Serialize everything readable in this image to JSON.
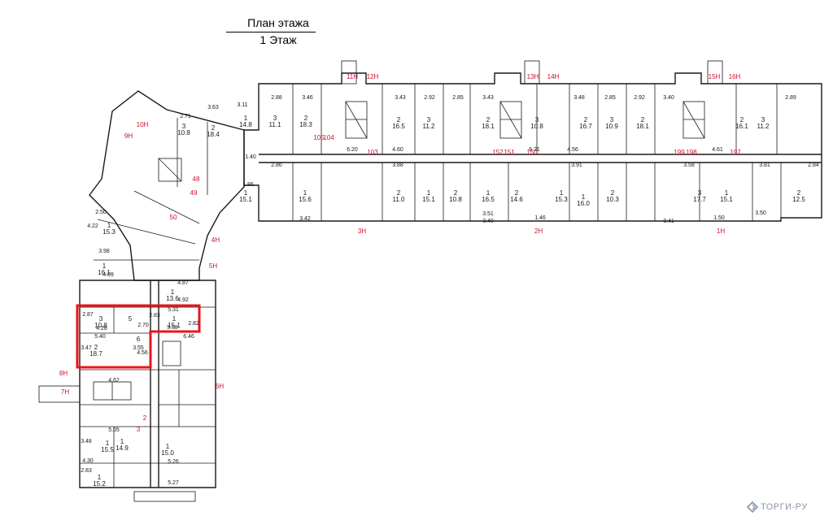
{
  "header": {
    "title": "План этажа",
    "subtitle": "1 Этаж"
  },
  "watermark": "ТОРГИ-РУ",
  "colors": {
    "wall": "#1a1a1a",
    "highlight": "#e8141d",
    "unit_label": "#c8102e",
    "watermark": "#8b96a8"
  },
  "unit_labels": [
    "11Н",
    "12Н",
    "13Н",
    "14Н",
    "15Н",
    "16Н",
    "10Н",
    "9Н",
    "4Н",
    "5Н",
    "6Н",
    "8Н",
    "7Н",
    "3Н",
    "2Н",
    "1Н",
    "105",
    "104",
    "103",
    "152",
    "151",
    "150",
    "199",
    "198",
    "197",
    "48",
    "49",
    "50",
    "2",
    "3"
  ],
  "rooms": [
    {
      "n": "3",
      "a": "10.8"
    },
    {
      "n": "2",
      "a": "18.7"
    },
    {
      "n": "1",
      "a": "15.1"
    },
    {
      "n": "5",
      "a": ""
    },
    {
      "n": "6",
      "a": ""
    },
    {
      "n": "2",
      "a": "18.3"
    },
    {
      "n": "3",
      "a": "11.1"
    },
    {
      "n": "2",
      "a": "16.5"
    },
    {
      "n": "3",
      "a": "11.2"
    },
    {
      "n": "2",
      "a": "18.1"
    },
    {
      "n": "3",
      "a": "10.8"
    },
    {
      "n": "2",
      "a": "16.7"
    },
    {
      "n": "3",
      "a": "10.9"
    },
    {
      "n": "2",
      "a": "18.1"
    },
    {
      "n": "3",
      "a": "11.2"
    },
    {
      "n": "2",
      "a": "16.1"
    },
    {
      "n": "1",
      "a": "15.1"
    },
    {
      "n": "1",
      "a": "15.6"
    },
    {
      "n": "1",
      "a": "16.5"
    },
    {
      "n": "1",
      "a": "15.3"
    },
    {
      "n": "1",
      "a": "16.0"
    },
    {
      "n": "1",
      "a": "15.1"
    },
    {
      "n": "1",
      "a": "13.6"
    },
    {
      "n": "1",
      "a": "15.3"
    },
    {
      "n": "1",
      "a": "16.1"
    },
    {
      "n": "1",
      "a": "14.8"
    },
    {
      "n": "2",
      "a": "18.4"
    },
    {
      "n": "3",
      "a": "10.8"
    },
    {
      "n": "2",
      "a": "12.5"
    },
    {
      "n": "2",
      "a": "14.6"
    },
    {
      "n": "3",
      "a": "17.7"
    },
    {
      "n": "2",
      "a": "10.3"
    },
    {
      "n": "1",
      "a": "15.1"
    },
    {
      "n": "2",
      "a": "11.0"
    },
    {
      "n": "2",
      "a": "10.8"
    },
    {
      "n": "1",
      "a": "14.9"
    },
    {
      "n": "1",
      "a": "15.5"
    },
    {
      "n": "1",
      "a": "15.2"
    },
    {
      "n": "1",
      "a": "15.0"
    }
  ],
  "dimensions": [
    "2.88",
    "3.46",
    "3.43",
    "2.92",
    "2.85",
    "3.43",
    "3.48",
    "2.85",
    "2.92",
    "3.40",
    "2.89",
    "3.63",
    "3.11",
    "2.71",
    "5.31",
    "5.40",
    "4.28",
    "2.70",
    "5.38",
    "2.83",
    "2.87",
    "2.82",
    "6.46",
    "3.47",
    "3.55",
    "4.56",
    "4.62",
    "5.05",
    "5.26",
    "5.27",
    "4.30",
    "2.83",
    "3.48",
    "3.42",
    "3.40",
    "3.51",
    "3.41",
    "3.50",
    "2.84",
    "2.86",
    "4.87",
    "4.92",
    "4.09",
    "3.98",
    "4.22",
    "2.50",
    "3.88",
    "3.91",
    "3.58",
    "3.81",
    "6.20",
    "6.21",
    "4.61",
    "4.56",
    "4.60",
    "1.86",
    "1.40",
    "1.50",
    "1.46"
  ]
}
